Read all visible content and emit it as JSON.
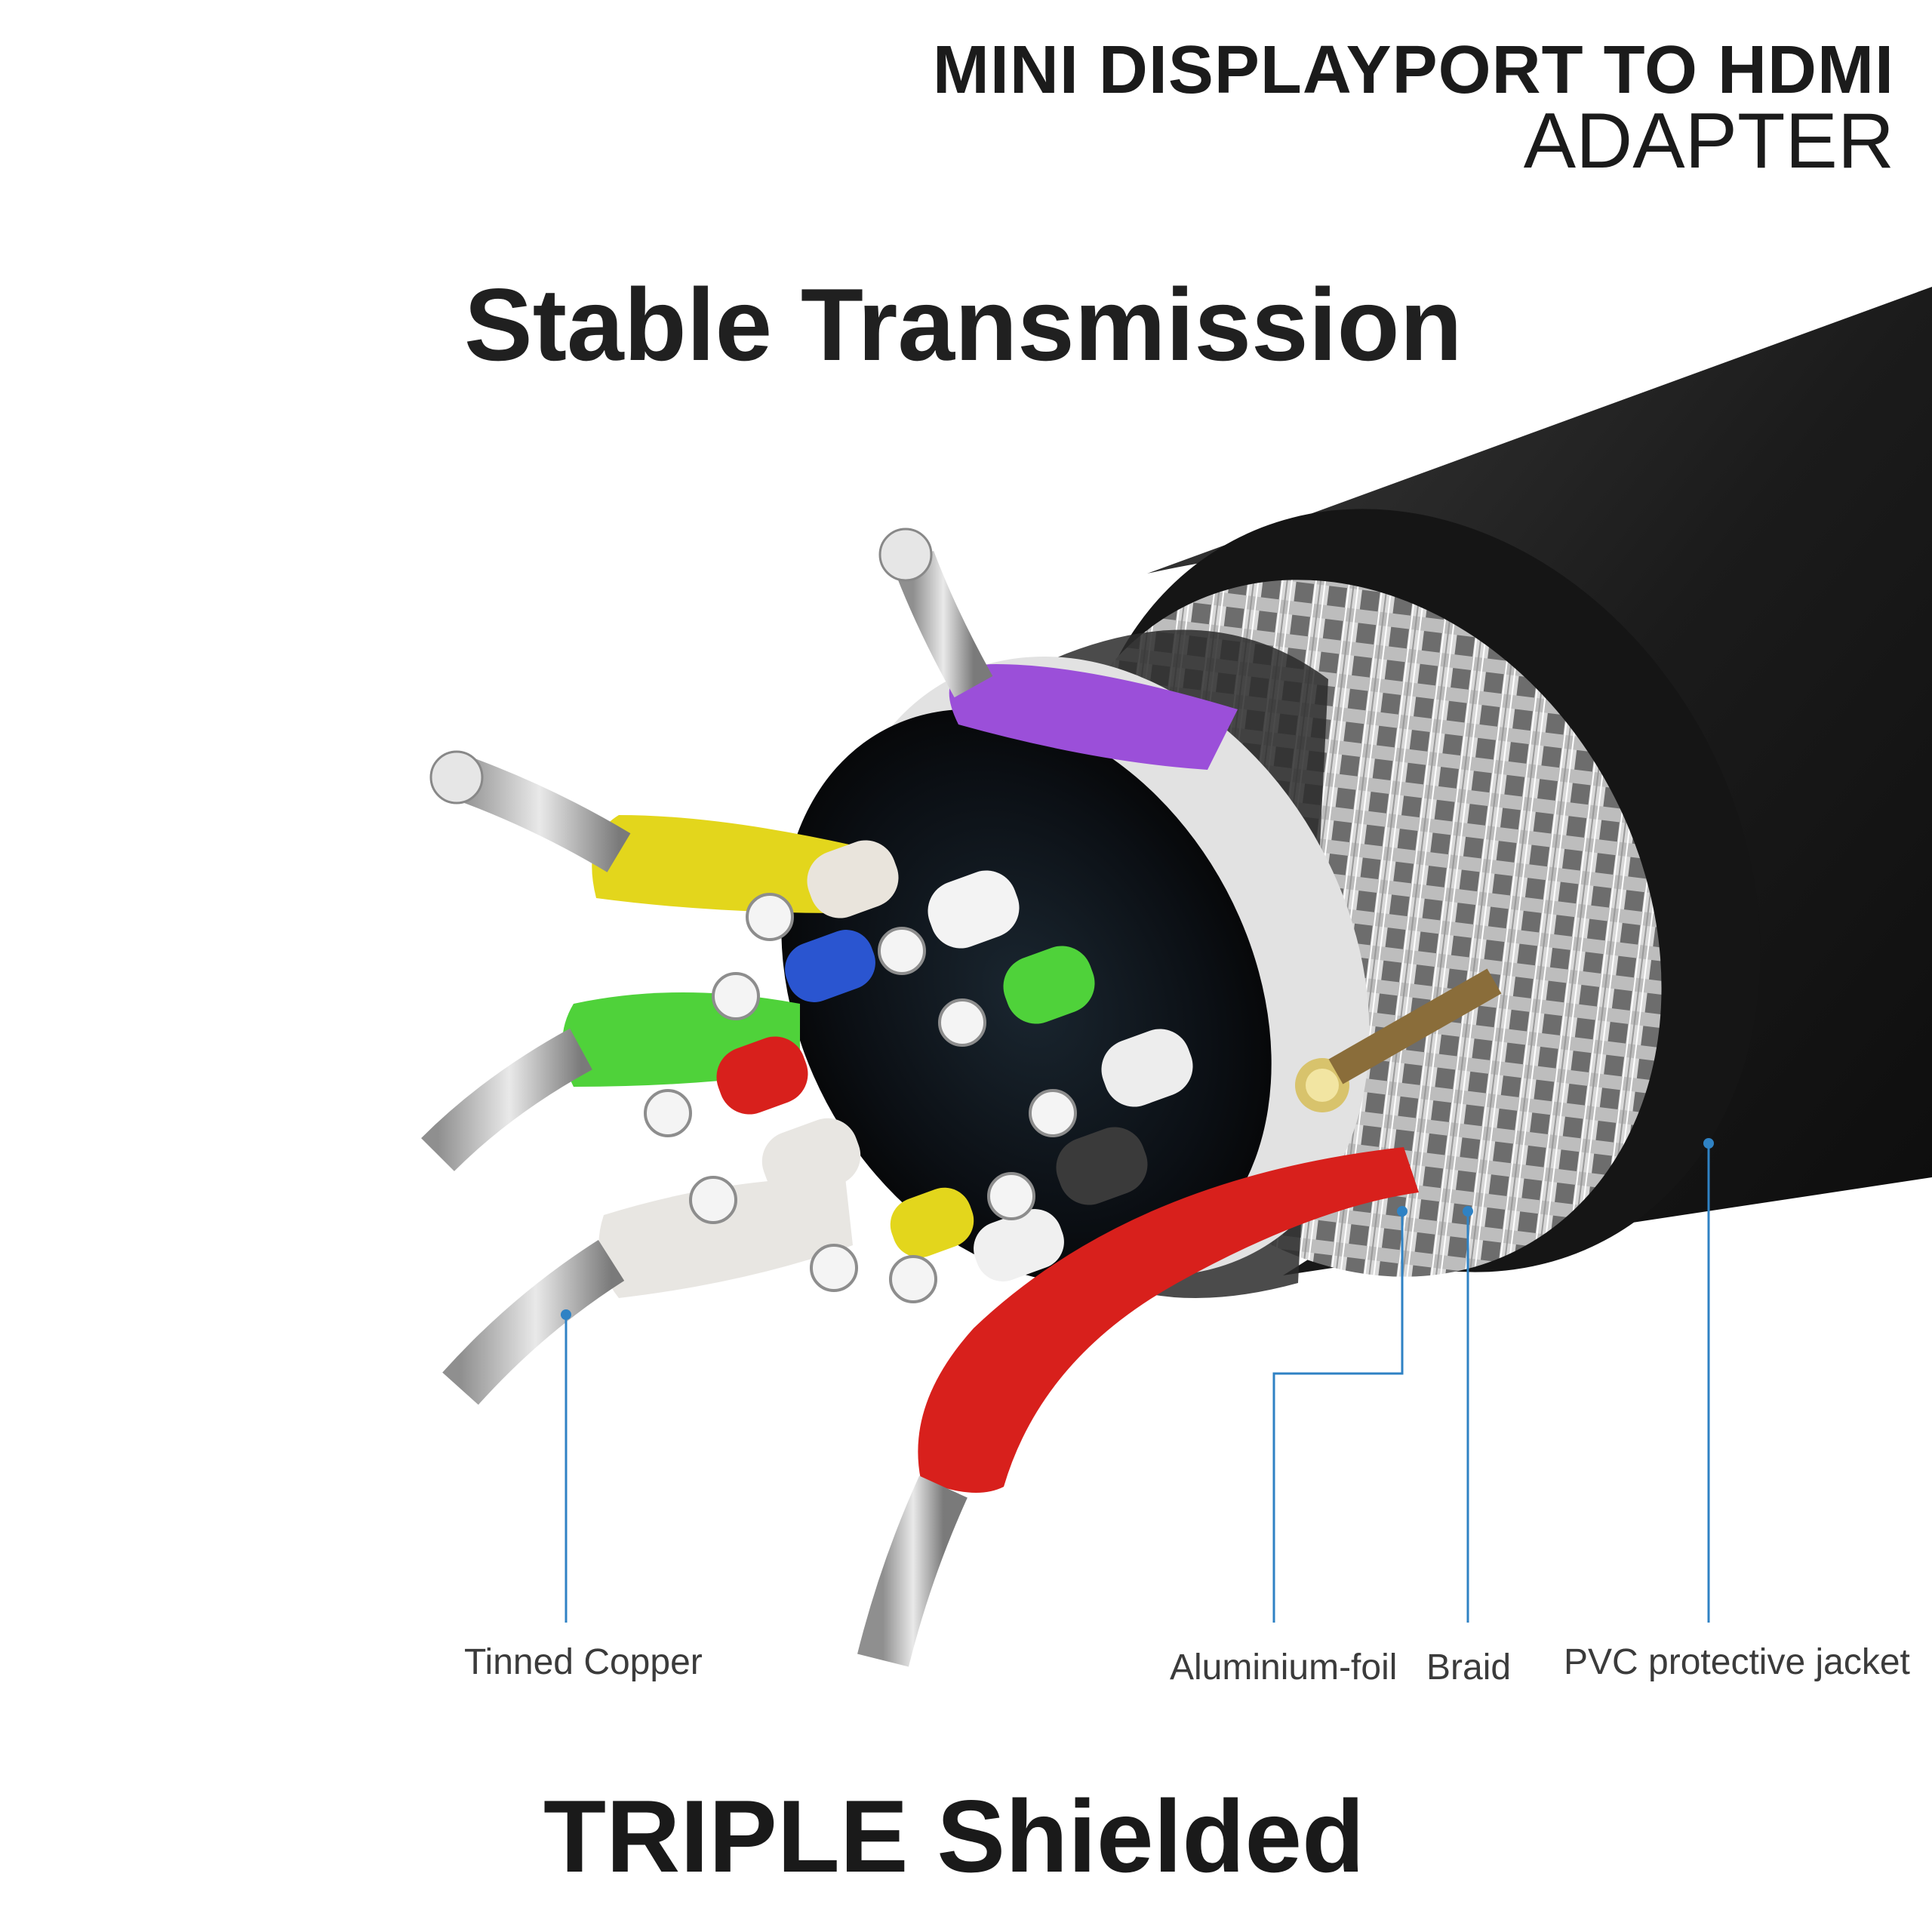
{
  "header": {
    "line1": "MINI DISPLAYPORT TO HDMI",
    "line2": "ADAPTER"
  },
  "headline": "Stable Transmission",
  "footline": "TRIPLE Shielded",
  "callouts": {
    "tinned_copper": "Tinned Copper",
    "aluminium_foil": "Aluminium-foil",
    "braid": "Braid",
    "pvc_jacket": "PVC protective jacket"
  },
  "colors": {
    "callout_line": "#2f82c4",
    "jacket": "#1c1c1c",
    "wire_purple": "#9b4fd9",
    "wire_yellow": "#e3d61c",
    "wire_green": "#4fd23a",
    "wire_blue": "#2a55d0",
    "wire_red": "#d8201c",
    "wire_white": "#e8e6e2"
  }
}
